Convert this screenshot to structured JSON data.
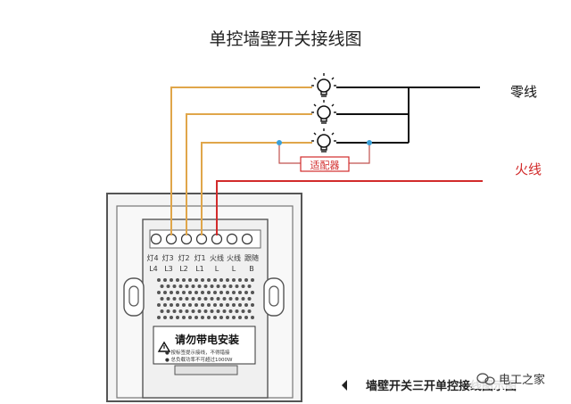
{
  "title": "单控墙壁开关接线图",
  "neutral_label": "零线",
  "live_label": "火线",
  "adapter_label": "适配器",
  "terminals_top": [
    "灯4",
    "灯3",
    "灯2",
    "灯1",
    "火线",
    "火线",
    "跟随"
  ],
  "terminals_bottom": [
    "L4",
    "L3",
    "L2",
    "L1",
    "L",
    "L",
    "B"
  ],
  "warning_title": "请勿带电安装",
  "warning_lines": [
    "● 按标签提示接线，不得错接",
    "● 总负载功率不可超过1000W"
  ],
  "caption": "墙壁开关三开单控接线图示图",
  "watermark": "电工之家",
  "colors": {
    "wire_orange": "#e0a64a",
    "wire_red": "#d22b2b",
    "wire_black": "#111111",
    "neutral_dot": "#3aa0d8"
  },
  "icons": {
    "bulb": "lightbulb-icon",
    "arrow": "caption-arrow-icon",
    "brand": "wechat-icon"
  }
}
